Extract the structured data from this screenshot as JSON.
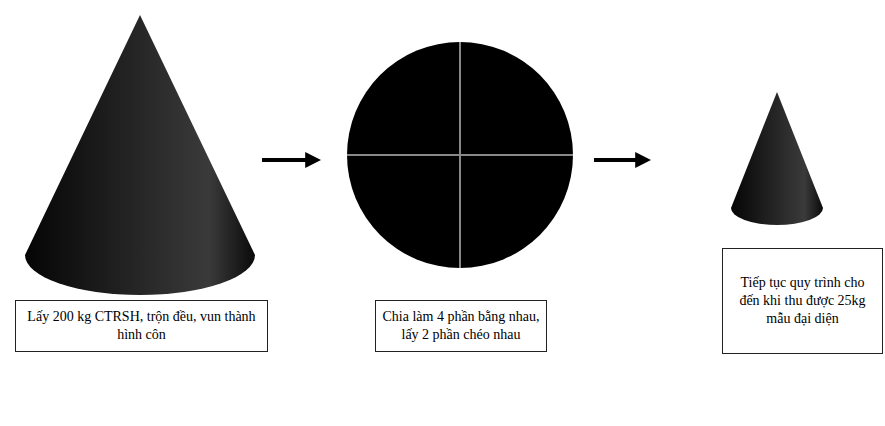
{
  "diagram": {
    "nodes": [
      {
        "text": [
          "Lấy 200 kg CTRSH, trộn đều, vun thành hình côn"
        ]
      },
      {
        "text": [
          "Chia làm 4 phần bằng nhau, lấy 2 phần chéo nhau"
        ]
      },
      {
        "text": [
          "Tiếp tục quy trình cho đến khi thu được 25kg mẫu đại diện"
        ]
      }
    ]
  }
}
